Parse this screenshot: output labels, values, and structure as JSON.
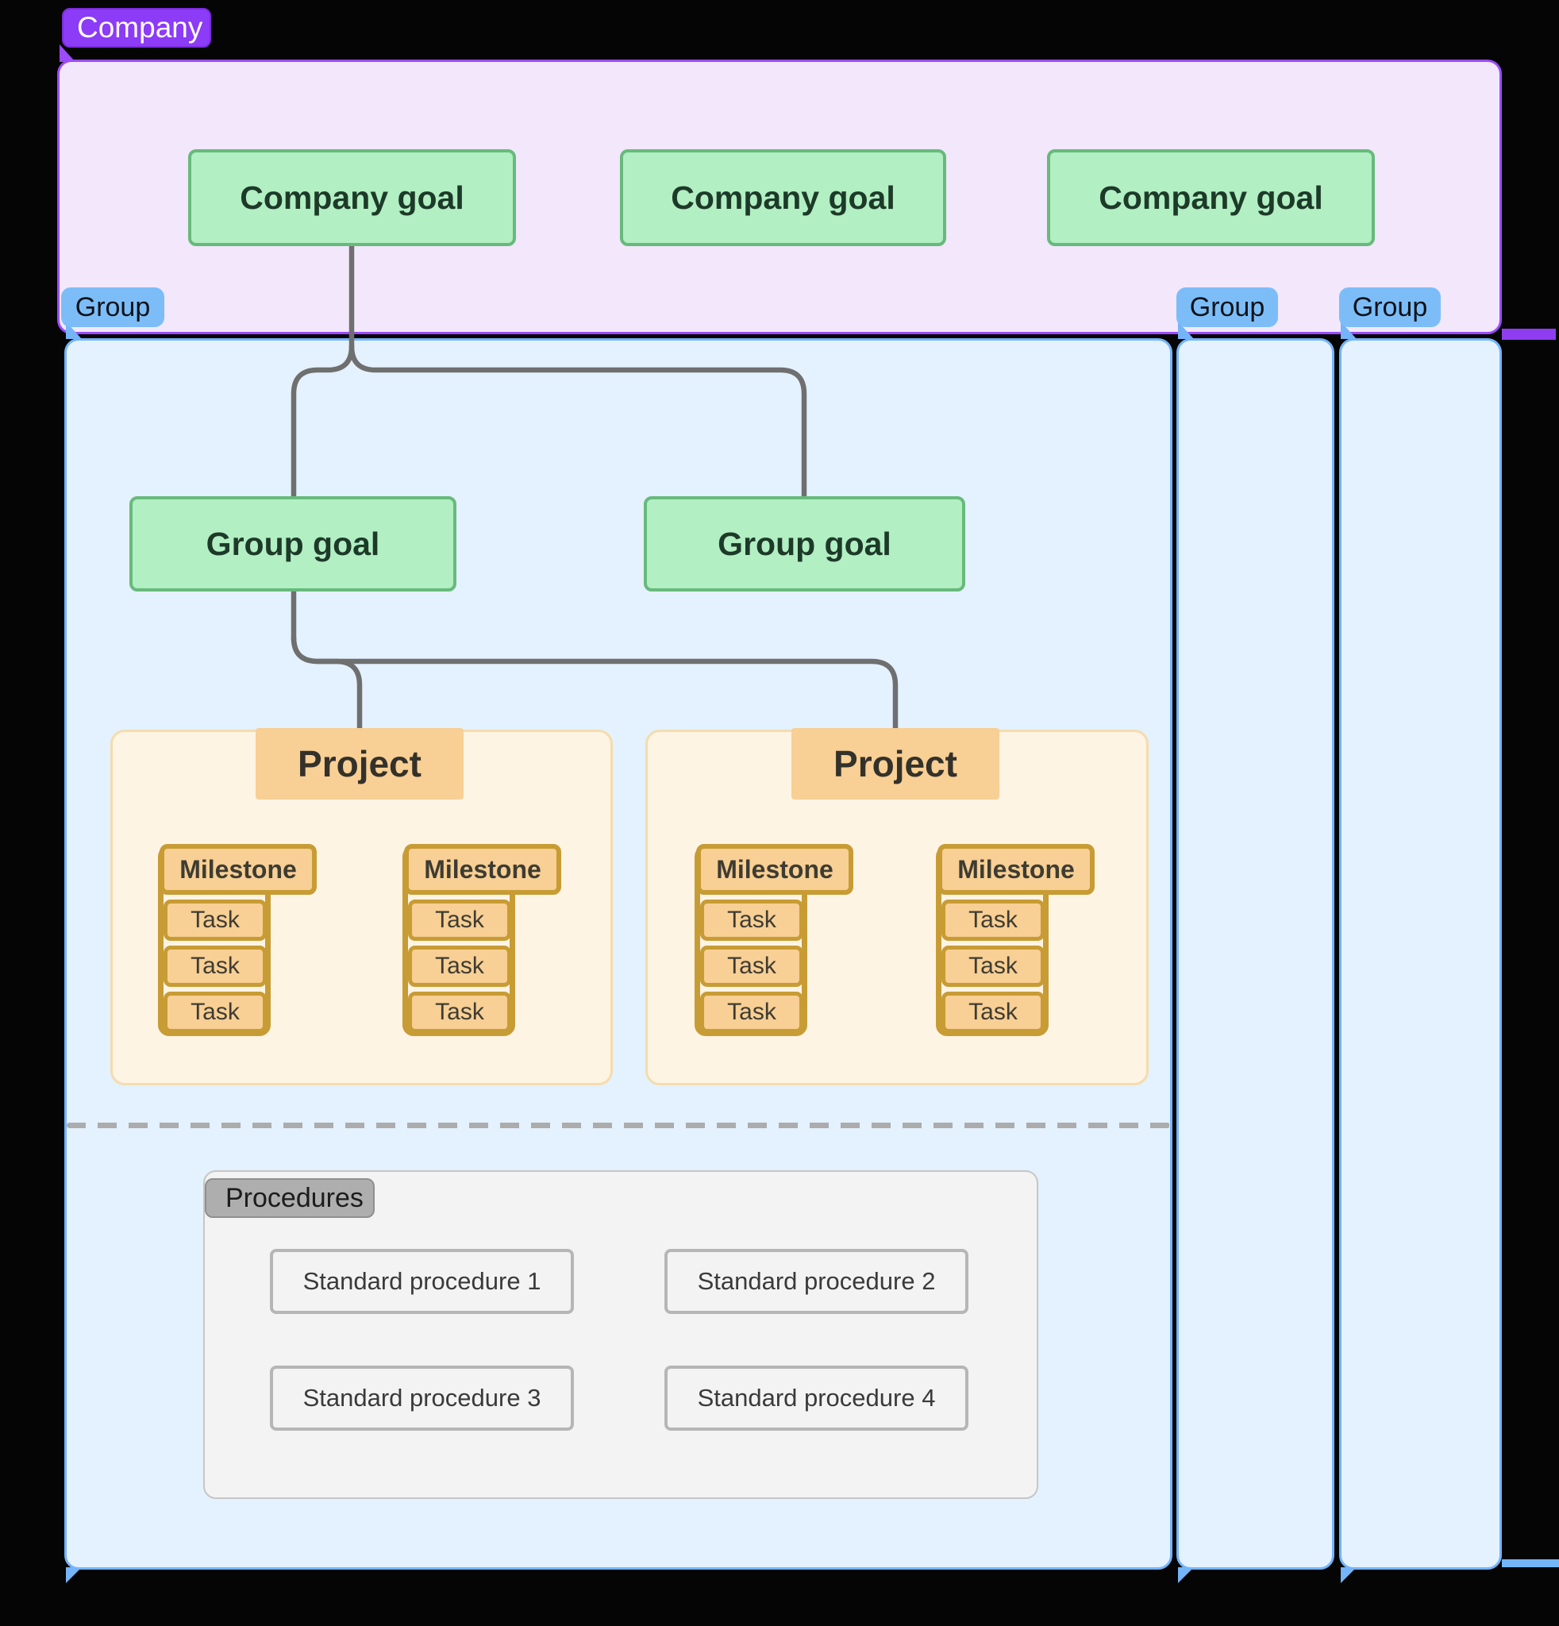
{
  "company": {
    "badge": "Company",
    "goals": [
      "Company goal",
      "Company goal",
      "Company goal"
    ]
  },
  "groups": {
    "main": {
      "badge": "Group",
      "goals": [
        "Group goal",
        "Group goal"
      ]
    },
    "side": [
      {
        "badge": "Group"
      },
      {
        "badge": "Group"
      }
    ]
  },
  "projects": [
    {
      "label": "Project",
      "milestones": [
        {
          "label": "Milestone",
          "tasks": [
            "Task",
            "Task",
            "Task"
          ]
        },
        {
          "label": "Milestone",
          "tasks": [
            "Task",
            "Task",
            "Task"
          ]
        }
      ]
    },
    {
      "label": "Project",
      "milestones": [
        {
          "label": "Milestone",
          "tasks": [
            "Task",
            "Task",
            "Task"
          ]
        },
        {
          "label": "Milestone",
          "tasks": [
            "Task",
            "Task",
            "Task"
          ]
        }
      ]
    }
  ],
  "procedures": {
    "badge": "Procedures",
    "items": [
      "Standard procedure 1",
      "Standard procedure 2",
      "Standard procedure 3",
      "Standard procedure 4"
    ]
  },
  "colors": {
    "company_badge": "#8C3BF7",
    "company_section_fill": "#F2E7FB",
    "company_section_border": "#9B4BFA",
    "group_badge": "#7CBDF8",
    "group_section_fill": "#E4F1FE",
    "group_section_border": "#74B4F8",
    "goal_fill": "#B2EFC3",
    "goal_border": "#67BA7B",
    "project_fill": "#FDF4E4",
    "project_accent": "#F8CF94",
    "milestone_border": "#C89C35",
    "connector": "#6F6F6F",
    "procedures_fill": "#F3F3F3",
    "procedures_badge": "#AEAEAE"
  }
}
